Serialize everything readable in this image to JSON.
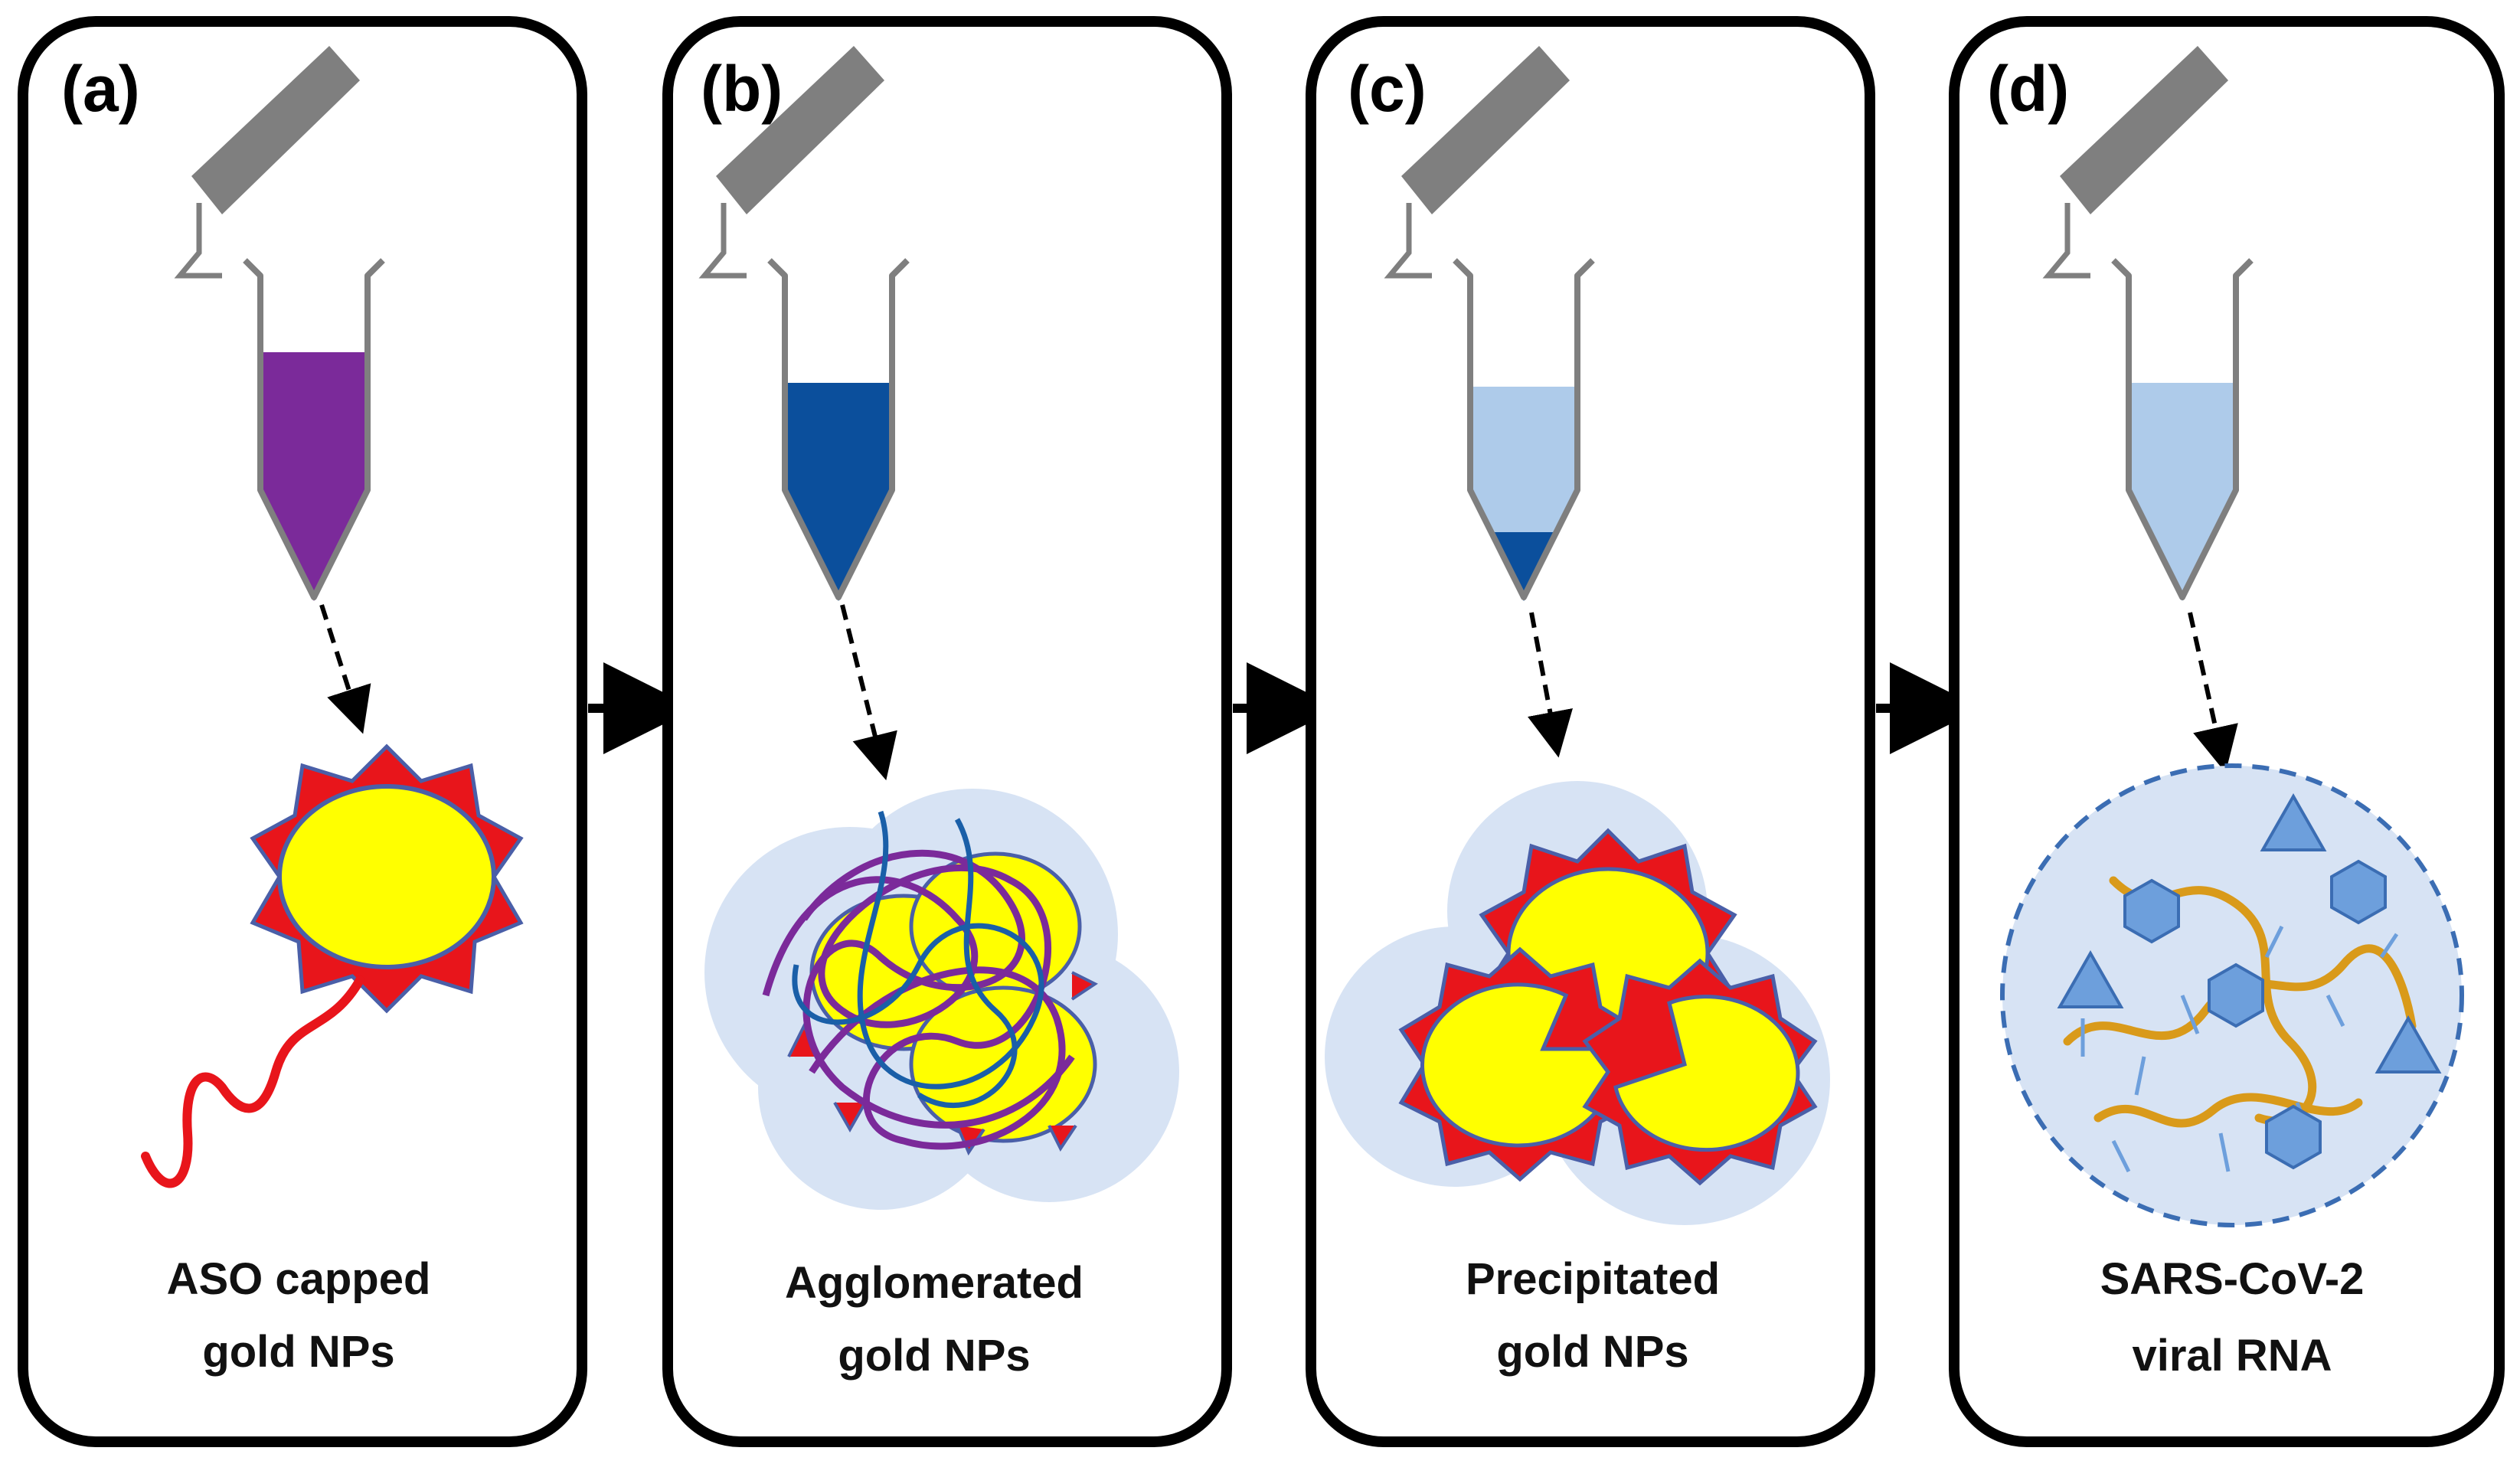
{
  "panels": [
    {
      "letter": "(a)",
      "caption_line1": "ASO capped",
      "caption_line2": "gold NPs",
      "liquid_color": "#7b2a9a",
      "state": "aso-capped-nanoparticle"
    },
    {
      "letter": "(b)",
      "caption_line1": "Agglomerated",
      "caption_line2": "gold NPs",
      "liquid_color": "#0b4f9c",
      "state": "agglomerated-nanoparticles"
    },
    {
      "letter": "(c)",
      "caption_line1": "Precipitated",
      "caption_line2": "gold NPs",
      "liquid_color": "#aecbea",
      "sediment_color": "#0b4f9c",
      "state": "precipitated-nanoparticles"
    },
    {
      "letter": "(d)",
      "caption_line1": "SARS-CoV-2",
      "caption_line2": "viral RNA",
      "liquid_color": "#aecbea",
      "state": "viral-rna"
    }
  ],
  "colors": {
    "gold": "#ffff00",
    "spike": "#e8151b",
    "spike_outline": "#4a5fa8",
    "aso_strand": "#e8151b",
    "halo": "#d7e3f4",
    "rna_strand": "#d99a1a",
    "virus_shape": "#6d9fdc",
    "tube_outline": "#7f7f7f",
    "tube_cap": "#7f7f7f"
  },
  "icons": [
    "microcentrifuge-tube-icon",
    "gold-nanoparticle-icon",
    "flow-arrow-icon"
  ]
}
